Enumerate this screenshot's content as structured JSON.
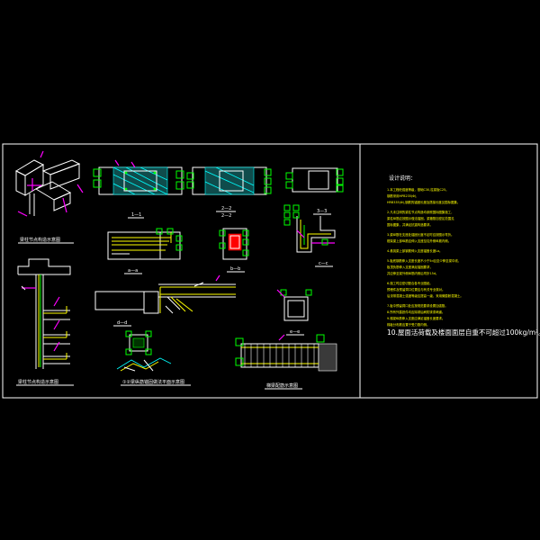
{
  "titles": {
    "joint_detail": "梁柱节点构造示意图",
    "col_beam_joint": "梁柱节点构造示意图",
    "sec_1_1": "1—1",
    "sec_2_2": "2—2",
    "sec_3_3": "3—3",
    "sec_a_a": "a—a",
    "sec_b_b": "b—b",
    "sec_c_c": "c—c",
    "sec_d_d": "d—d",
    "sec_e_e": "e—e",
    "beam_ref": "①②梁纵筋锚固做法平面示意图",
    "stair_ref": "梯梁配筋示意图"
  },
  "notes": {
    "heading": "设计说明：",
    "lines": [
      "1.本工程砼强度等级，基础C30,柱梁板C25。",
      "  钢筋采用HPB235(Φ),",
      "  HRB335(Φ),钢筋的锚固长度及搭接长度见国标图集。",
      "2.凡未注明的梁柱节点构造均参照国标图集施工，",
      "  梁柱纵筋应按图示做法锚固，梁箍筋加密区范围见",
      "  国标图集，并满足抗震构造要求。",
      "3.梁纵筋在支座处锚固长度不足时应按图示弯折。",
      "  框架梁上部纵筋应伸入支座至柱外侧纵筋内侧。",
      "4.悬挑梁上部钢筋伸入支座锚固长度La。",
      "5.板底钢筋伸入支座长度不小于5d且至少伸至梁中线，",
      "  板顶负筋伸入支座满足锚固要求，",
      "  并应伸至梁外侧纵筋内侧后弯折15d。",
      "6.施工时应密切配合各专业图纸。",
      "  预埋件及预留洞口位置应与有关专业核对。",
      "  后浇带混凝土强度等级应提高一级，采用微膨胀混凝土。",
      "7.板中预留洞口处应按规范要求设置加强筋。",
      "8.所有外露铁件均应除锈后刷防锈漆两道。",
      "9.梯梁纵筋伸入支座应满足锚固长度要求。",
      "  梯板分布筋应置于受力筋内侧。"
    ],
    "highlight": "10.屋面活荷载及楼面面层自重不可超过100kg/m²。"
  }
}
